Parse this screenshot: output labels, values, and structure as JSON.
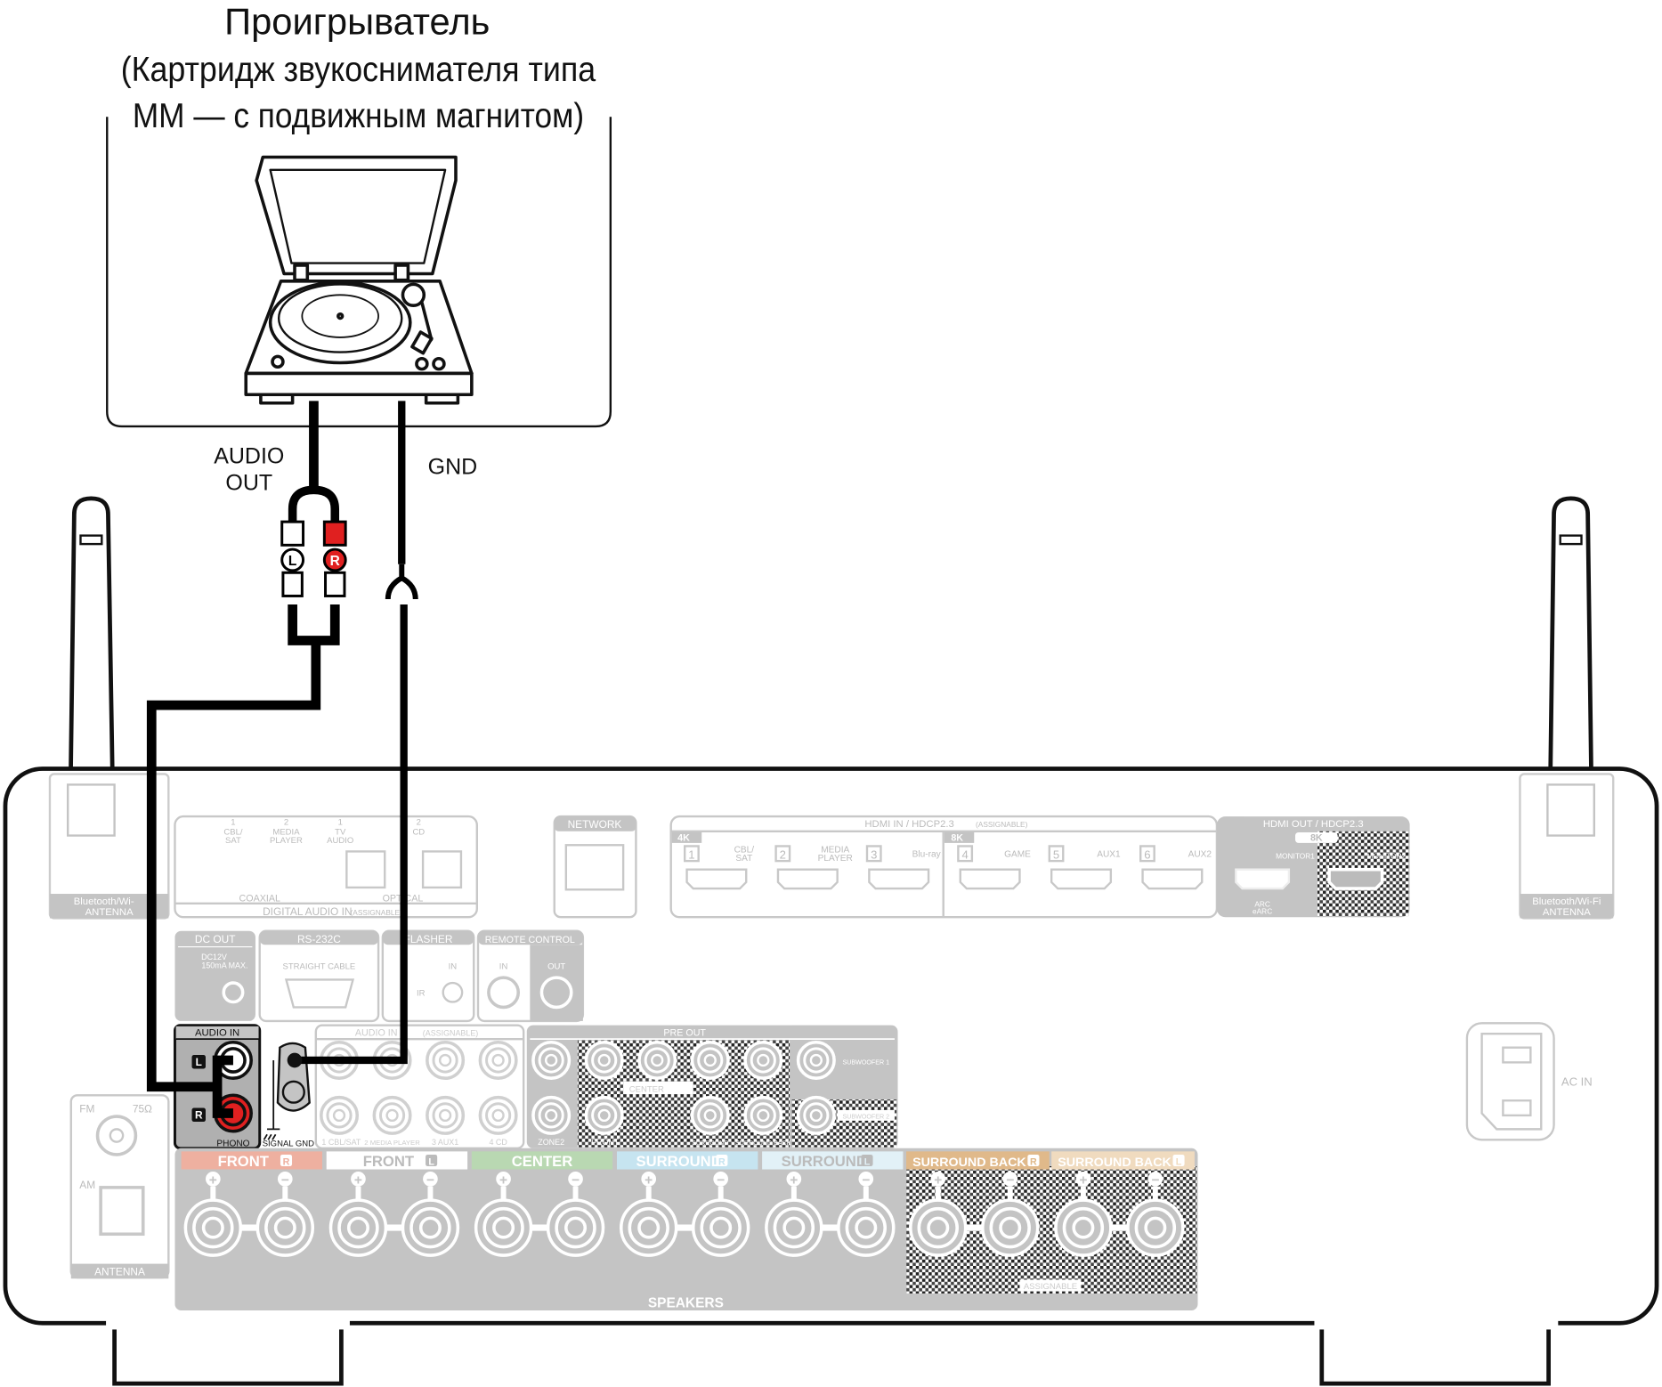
{
  "title": {
    "lines": [
      "Проигрыватель",
      "(Картридж звукоснимателя типа",
      "MM — с подвижным магнитом)"
    ]
  },
  "cables": {
    "audio_out": [
      "AUDIO",
      "OUT"
    ],
    "gnd": "GND",
    "plug_l": "L",
    "plug_r": "R"
  },
  "antenna": {
    "left": [
      "Bluetooth/Wi-",
      "ANTENNA"
    ],
    "right": [
      "Bluetooth/Wi-Fi",
      "ANTENNA"
    ],
    "fm": "FM",
    "ohm": "75Ω",
    "am": "AM",
    "label": "ANTENNA"
  },
  "digital_audio": {
    "inputs": [
      [
        "1",
        "CBL/",
        "SAT"
      ],
      [
        "2",
        "MEDIA",
        "PLAYER"
      ],
      [
        "1",
        "TV",
        "AUDIO"
      ],
      [
        "2",
        "CD",
        ""
      ]
    ],
    "coaxial": "COAXIAL",
    "optical": "OPTICAL",
    "title": "DIGITAL AUDIO IN",
    "assignable": "(ASSIGNABLE)"
  },
  "network": "NETWORK",
  "hdmi_in": {
    "title": "HDMI IN / HDCP2.3",
    "assignable": "(ASSIGNABLE)",
    "group_4k": "4K",
    "group_8k": "8K",
    "ports": [
      {
        "num": "1",
        "name": [
          "CBL/",
          "SAT"
        ]
      },
      {
        "num": "2",
        "name": [
          "MEDIA",
          "PLAYER"
        ]
      },
      {
        "num": "3",
        "name": [
          "Blu-ray",
          ""
        ]
      },
      {
        "num": "4",
        "name": [
          "GAME",
          ""
        ]
      },
      {
        "num": "5",
        "name": [
          "AUX1",
          ""
        ]
      },
      {
        "num": "6",
        "name": [
          "AUX2",
          ""
        ]
      }
    ]
  },
  "hdmi_out": {
    "title": "HDMI OUT / HDCP2.3",
    "badge": "8K",
    "monitor1": "MONITOR1",
    "monitor2": "MONITOR2",
    "arc": [
      "ARC",
      "eARC"
    ]
  },
  "dc_out": {
    "title": "DC OUT",
    "spec": [
      "DC12V",
      "150mA MAX."
    ]
  },
  "rs232c": {
    "title": "RS-232C",
    "cable": "STRAIGHT CABLE"
  },
  "flasher": {
    "title": "FLASHER",
    "in": "IN",
    "ir": "IR"
  },
  "remote": {
    "title": "REMOTE CONTROL",
    "in": "IN",
    "out": "OUT"
  },
  "audio_in": {
    "title": "AUDIO IN",
    "l": "L",
    "r": "R",
    "phono": "PHONO",
    "signal_gnd": "SIGNAL GND",
    "analog_title": "AUDIO IN",
    "assignable": "(ASSIGNABLE)",
    "inputs": [
      "1 CBL/SAT",
      "2 MEDIA PLAYER",
      "3 AUX1",
      "4 CD"
    ]
  },
  "pre_out": {
    "title": "PRE OUT",
    "zone2": "ZONE2",
    "front": "FRONT",
    "center": "CENTER",
    "surround": "SURROUND",
    "surround_back": "SURROUND BACK",
    "sub1": "SUBWOOFER 1",
    "sub2": "SUBWOOFER 2"
  },
  "speakers": {
    "title": "SPEAKERS",
    "assignable": "ASSIGNABLE",
    "channels": [
      {
        "label": "FRONT",
        "side": "R",
        "color": "#eeb0a0"
      },
      {
        "label": "FRONT",
        "side": "L",
        "color": "#ffffff"
      },
      {
        "label": "CENTER",
        "side": "",
        "color": "#b9d8b2"
      },
      {
        "label": "SURROUND",
        "side": "R",
        "color": "#c6e4f0"
      },
      {
        "label": "SURROUND",
        "side": "L",
        "color": "#e2f1f7"
      },
      {
        "label": "SURROUND BACK",
        "side": "R",
        "color": "#e0b98a"
      },
      {
        "label": "SURROUND BACK",
        "side": "L",
        "color": "#f0dbbf"
      }
    ]
  },
  "ac_in": "AC IN",
  "colors": {
    "panel": "#bdbdbd",
    "cable": "#000000",
    "red_plug": "#e02020",
    "line": "#c8c8c8"
  }
}
